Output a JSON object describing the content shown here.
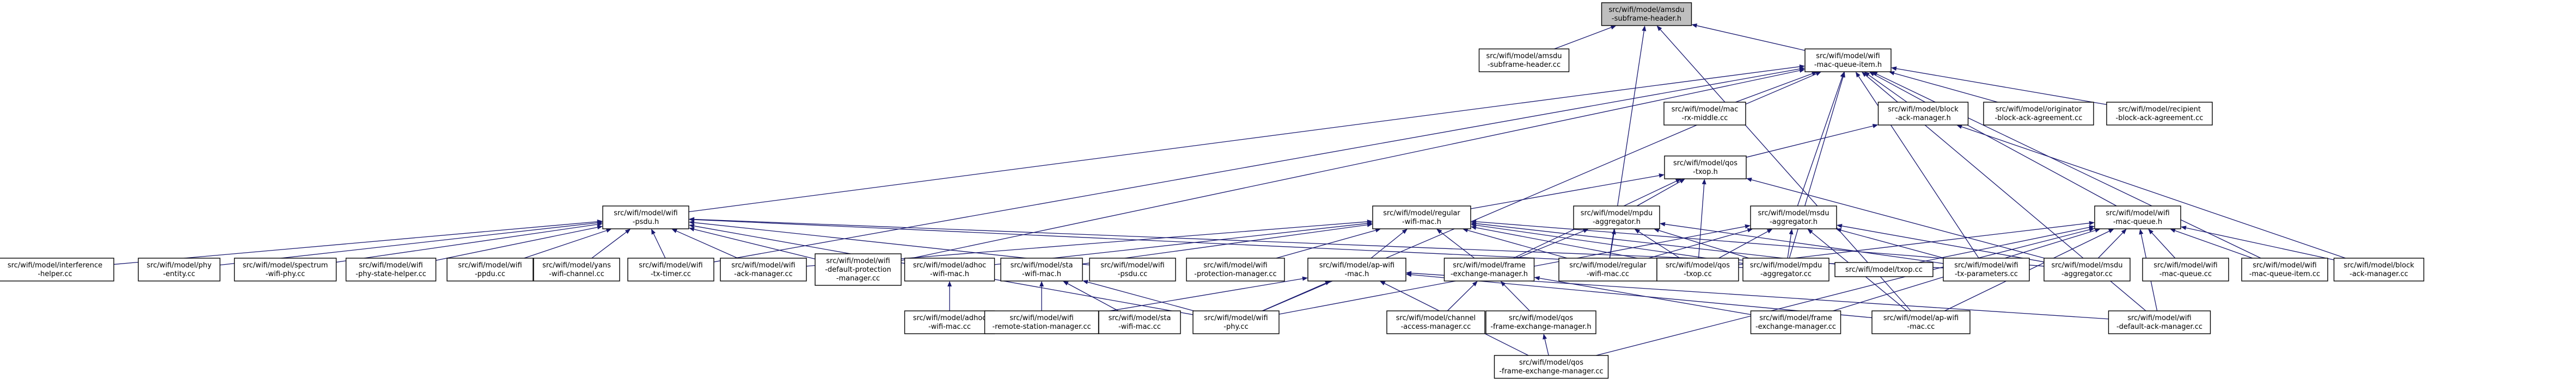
{
  "graph": {
    "title": "src/wifi/model/amsdu-subframe-header.h",
    "colors": {
      "background": "#ffffff",
      "node_fill": "#ffffff",
      "root_fill": "#bfbfbf",
      "border": "#000000",
      "edge": "#191970"
    },
    "nodes": [
      {
        "id": "amsdu_h",
        "root": true,
        "lines": [
          "src/wifi/model/amsdu",
          "-subframe-header.h"
        ]
      },
      {
        "id": "amsdu_cc",
        "lines": [
          "src/wifi/model/amsdu",
          "-subframe-header.cc"
        ]
      },
      {
        "id": "mqi_h",
        "lines": [
          "src/wifi/model/wifi",
          "-mac-queue-item.h"
        ]
      },
      {
        "id": "psdu_h",
        "lines": [
          "src/wifi/model/wifi",
          "-psdu.h"
        ]
      },
      {
        "id": "macrx",
        "lines": [
          "src/wifi/model/mac",
          "-rx-middle.cc"
        ]
      },
      {
        "id": "bam_h",
        "lines": [
          "src/wifi/model/block",
          "-ack-manager.h"
        ]
      },
      {
        "id": "orig",
        "lines": [
          "src/wifi/model/originator",
          "-block-ack-agreement.cc"
        ]
      },
      {
        "id": "recip",
        "lines": [
          "src/wifi/model/recipient",
          "-block-ack-agreement.cc"
        ]
      },
      {
        "id": "txop_h",
        "lines": [
          "src/wifi/model/qos",
          "-txop.h"
        ]
      },
      {
        "id": "regmac_h",
        "lines": [
          "src/wifi/model/regular",
          "-wifi-mac.h"
        ]
      },
      {
        "id": "mpduagg_h",
        "lines": [
          "src/wifi/model/mpdu",
          "-aggregator.h"
        ]
      },
      {
        "id": "msduagg_h",
        "lines": [
          "src/wifi/model/msdu",
          "-aggregator.h"
        ]
      },
      {
        "id": "wmq_h",
        "lines": [
          "src/wifi/model/wifi",
          "-mac-queue.h"
        ]
      },
      {
        "id": "interf",
        "lines": [
          "src/wifi/model/interference",
          "-helper.cc"
        ]
      },
      {
        "id": "phyent",
        "lines": [
          "src/wifi/model/phy",
          "-entity.cc"
        ]
      },
      {
        "id": "spec",
        "lines": [
          "src/wifi/model/spectrum",
          "-wifi-phy.cc"
        ]
      },
      {
        "id": "phystate",
        "lines": [
          "src/wifi/model/wifi",
          "-phy-state-helper.cc"
        ]
      },
      {
        "id": "ppdu",
        "lines": [
          "src/wifi/model/wifi",
          "-ppdu.cc"
        ]
      },
      {
        "id": "yans",
        "lines": [
          "src/wifi/model/yans",
          "-wifi-channel.cc"
        ]
      },
      {
        "id": "txtimer",
        "lines": [
          "src/wifi/model/wifi",
          "-tx-timer.cc"
        ]
      },
      {
        "id": "wackmgr",
        "lines": [
          "src/wifi/model/wifi",
          "-ack-manager.cc"
        ]
      },
      {
        "id": "wdefprot",
        "lines": [
          "src/wifi/model/wifi",
          "-default-protection",
          "-manager.cc"
        ]
      },
      {
        "id": "adhoc_h",
        "lines": [
          "src/wifi/model/adhoc",
          "-wifi-mac.h"
        ]
      },
      {
        "id": "sta_h",
        "lines": [
          "src/wifi/model/sta",
          "-wifi-mac.h"
        ]
      },
      {
        "id": "wpsdu_cc",
        "lines": [
          "src/wifi/model/wifi",
          "-psdu.cc"
        ]
      },
      {
        "id": "wprotmgr",
        "lines": [
          "src/wifi/model/wifi",
          "-protection-manager.cc"
        ]
      },
      {
        "id": "ap_h",
        "lines": [
          "src/wifi/model/ap-wifi",
          "-mac.h"
        ]
      },
      {
        "id": "fem_h",
        "lines": [
          "src/wifi/model/frame",
          "-exchange-manager.h"
        ]
      },
      {
        "id": "regmac_cc",
        "lines": [
          "src/wifi/model/regular",
          "-wifi-mac.cc"
        ]
      },
      {
        "id": "qostxop_cc",
        "lines": [
          "src/wifi/model/qos",
          "-txop.cc"
        ]
      },
      {
        "id": "mpduagg_cc",
        "lines": [
          "src/wifi/model/mpdu",
          "-aggregator.cc"
        ]
      },
      {
        "id": "txop_cc",
        "lines": [
          "src/wifi/model/txop.cc"
        ]
      },
      {
        "id": "txparams",
        "lines": [
          "src/wifi/model/wifi",
          "-tx-parameters.cc"
        ]
      },
      {
        "id": "msduagg_cc",
        "lines": [
          "src/wifi/model/msdu",
          "-aggregator.cc"
        ]
      },
      {
        "id": "wmq_cc",
        "lines": [
          "src/wifi/model/wifi",
          "-mac-queue.cc"
        ]
      },
      {
        "id": "mqi_cc",
        "lines": [
          "src/wifi/model/wifi",
          "-mac-queue-item.cc"
        ]
      },
      {
        "id": "bam_cc",
        "lines": [
          "src/wifi/model/block",
          "-ack-manager.cc"
        ]
      },
      {
        "id": "adhoc_cc",
        "lines": [
          "src/wifi/model/adhoc",
          "-wifi-mac.cc"
        ]
      },
      {
        "id": "rsm",
        "lines": [
          "src/wifi/model/wifi",
          "-remote-station-manager.cc"
        ]
      },
      {
        "id": "sta_cc",
        "lines": [
          "src/wifi/model/sta",
          "-wifi-mac.cc"
        ]
      },
      {
        "id": "wphy",
        "lines": [
          "src/wifi/model/wifi",
          "-phy.cc"
        ]
      },
      {
        "id": "cam",
        "lines": [
          "src/wifi/model/channel",
          "-access-manager.cc"
        ]
      },
      {
        "id": "qosfem_h",
        "lines": [
          "src/wifi/model/qos",
          "-frame-exchange-manager.h"
        ]
      },
      {
        "id": "fem_cc",
        "lines": [
          "src/wifi/model/frame",
          "-exchange-manager.cc"
        ]
      },
      {
        "id": "ap_cc",
        "lines": [
          "src/wifi/model/ap-wifi",
          "-mac.cc"
        ]
      },
      {
        "id": "wdam",
        "lines": [
          "src/wifi/model/wifi",
          "-default-ack-manager.cc"
        ]
      },
      {
        "id": "qosfem_cc",
        "lines": [
          "src/wifi/model/qos",
          "-frame-exchange-manager.cc"
        ]
      }
    ],
    "edges": [
      [
        "amsdu_h",
        "amsdu_cc"
      ],
      [
        "amsdu_h",
        "mqi_h"
      ],
      [
        "amsdu_h",
        "regmac_cc"
      ],
      [
        "amsdu_h",
        "ap_cc"
      ],
      [
        "mqi_h",
        "psdu_h"
      ],
      [
        "mqi_h",
        "macrx"
      ],
      [
        "mqi_h",
        "bam_h"
      ],
      [
        "mqi_h",
        "orig"
      ],
      [
        "mqi_h",
        "recip"
      ],
      [
        "mqi_h",
        "msduagg_h"
      ],
      [
        "mqi_h",
        "wmq_h"
      ],
      [
        "mqi_h",
        "mqi_cc"
      ],
      [
        "mqi_h",
        "wphy"
      ],
      [
        "mqi_h",
        "wdam"
      ],
      [
        "mqi_h",
        "txtimer"
      ],
      [
        "mqi_h",
        "wdefprot"
      ],
      [
        "mqi_h",
        "mpduagg_cc"
      ],
      [
        "mqi_h",
        "txparams"
      ],
      [
        "bam_h",
        "txop_h"
      ],
      [
        "bam_h",
        "bam_cc"
      ],
      [
        "txop_h",
        "regmac_h"
      ],
      [
        "txop_h",
        "mpduagg_h"
      ],
      [
        "txop_h",
        "qostxop_cc"
      ],
      [
        "txop_h",
        "msduagg_cc"
      ],
      [
        "txop_h",
        "fem_h"
      ],
      [
        "regmac_h",
        "adhoc_h"
      ],
      [
        "regmac_h",
        "sta_h"
      ],
      [
        "regmac_h",
        "wprotmgr"
      ],
      [
        "regmac_h",
        "ap_h"
      ],
      [
        "regmac_h",
        "fem_h"
      ],
      [
        "regmac_h",
        "regmac_cc"
      ],
      [
        "regmac_h",
        "qostxop_cc"
      ],
      [
        "regmac_h",
        "mpduagg_cc"
      ],
      [
        "regmac_h",
        "txop_cc"
      ],
      [
        "regmac_h",
        "msduagg_cc"
      ],
      [
        "regmac_h",
        "wackmgr"
      ],
      [
        "mpduagg_h",
        "regmac_cc"
      ],
      [
        "mpduagg_h",
        "qostxop_cc"
      ],
      [
        "mpduagg_h",
        "mpduagg_cc"
      ],
      [
        "mpduagg_h",
        "fem_h"
      ],
      [
        "mpduagg_h",
        "txparams"
      ],
      [
        "msduagg_h",
        "regmac_cc"
      ],
      [
        "msduagg_h",
        "qostxop_cc"
      ],
      [
        "msduagg_h",
        "mpduagg_cc"
      ],
      [
        "msduagg_h",
        "msduagg_cc"
      ],
      [
        "msduagg_h",
        "txparams"
      ],
      [
        "msduagg_h",
        "ap_cc"
      ],
      [
        "msduagg_h",
        "wphy"
      ],
      [
        "wmq_h",
        "txop_cc"
      ],
      [
        "wmq_h",
        "msduagg_cc"
      ],
      [
        "wmq_h",
        "wmq_cc"
      ],
      [
        "wmq_h",
        "mqi_cc"
      ],
      [
        "wmq_h",
        "bam_cc"
      ],
      [
        "wmq_h",
        "qostxop_cc"
      ],
      [
        "wmq_h",
        "fem_cc"
      ],
      [
        "wmq_h",
        "ap_cc"
      ],
      [
        "wmq_h",
        "wdam"
      ],
      [
        "wmq_h",
        "qosfem_cc"
      ],
      [
        "psdu_h",
        "interf"
      ],
      [
        "psdu_h",
        "phyent"
      ],
      [
        "psdu_h",
        "spec"
      ],
      [
        "psdu_h",
        "phystate"
      ],
      [
        "psdu_h",
        "ppdu"
      ],
      [
        "psdu_h",
        "yans"
      ],
      [
        "psdu_h",
        "txtimer"
      ],
      [
        "psdu_h",
        "wackmgr"
      ],
      [
        "psdu_h",
        "wdefprot"
      ],
      [
        "psdu_h",
        "wpsdu_cc"
      ],
      [
        "psdu_h",
        "wphy"
      ],
      [
        "psdu_h",
        "mpduagg_cc"
      ],
      [
        "psdu_h",
        "txparams"
      ],
      [
        "adhoc_h",
        "adhoc_cc"
      ],
      [
        "sta_h",
        "rsm"
      ],
      [
        "sta_h",
        "sta_cc"
      ],
      [
        "sta_h",
        "wphy"
      ],
      [
        "ap_h",
        "ap_cc"
      ],
      [
        "ap_h",
        "wphy"
      ],
      [
        "ap_h",
        "rsm"
      ],
      [
        "ap_h",
        "qosfem_cc"
      ],
      [
        "ap_h",
        "wdam"
      ],
      [
        "fem_h",
        "cam"
      ],
      [
        "fem_h",
        "qosfem_h"
      ],
      [
        "fem_h",
        "fem_cc"
      ],
      [
        "qosfem_h",
        "qosfem_cc"
      ]
    ]
  }
}
